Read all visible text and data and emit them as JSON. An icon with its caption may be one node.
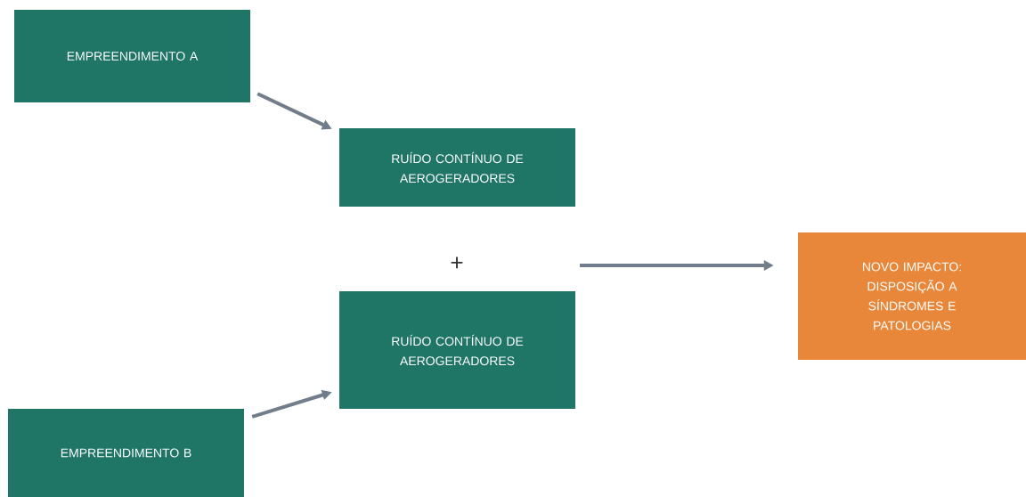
{
  "diagram": {
    "nodes": [
      {
        "text": [
          "EMPREENDIMENTO A"
        ]
      },
      {
        "text": [
          "RUÍDO CONTÍNUO DE AEROGERADORES"
        ]
      },
      {
        "text": [
          "RUÍDO CONTÍNUO DE AEROGERADORES"
        ]
      },
      {
        "text": [
          "EMPREENDIMENTO B"
        ]
      },
      {
        "text": [
          "NOVO IMPACTO: DISPOSIÇÃO A SÍNDROMES E PATOLOGIAS"
        ]
      }
    ],
    "edges": [
      {
        "from": 0,
        "to": 1,
        "arrow": "to"
      },
      {
        "from": 3,
        "to": 2,
        "arrow": "to"
      },
      {
        "from": null,
        "to": 4,
        "arrow": "to"
      }
    ],
    "labels": [
      "+"
    ]
  }
}
